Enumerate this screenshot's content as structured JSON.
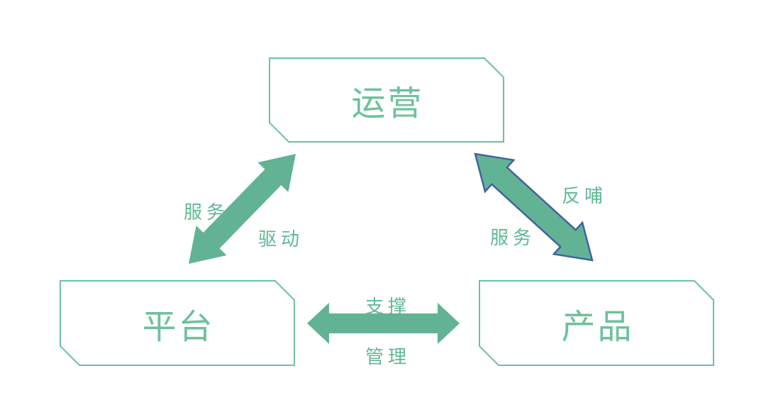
{
  "diagram_type": "triangle-relationship",
  "nodes": {
    "operations": {
      "label": "运营"
    },
    "platform": {
      "label": "平台"
    },
    "product": {
      "label": "产品"
    }
  },
  "edges": {
    "platform_operations": {
      "between": [
        "平台",
        "运营"
      ],
      "type": "double-arrow",
      "upper": "服务",
      "lower": "驱动"
    },
    "operations_product": {
      "between": [
        "运营",
        "产品"
      ],
      "type": "double-arrow-outlined",
      "upper": "反哺",
      "lower": "服务"
    },
    "platform_product": {
      "between": [
        "平台",
        "产品"
      ],
      "type": "double-arrow",
      "upper": "支撑",
      "lower": "管理"
    }
  },
  "colors": {
    "node_border": "#6ec19a",
    "node_text": "#6ec19a",
    "label_text": "#5eb992",
    "arrow_fill": "#62b394",
    "arrow_outline": "#41639e",
    "background": "#ffffff"
  }
}
